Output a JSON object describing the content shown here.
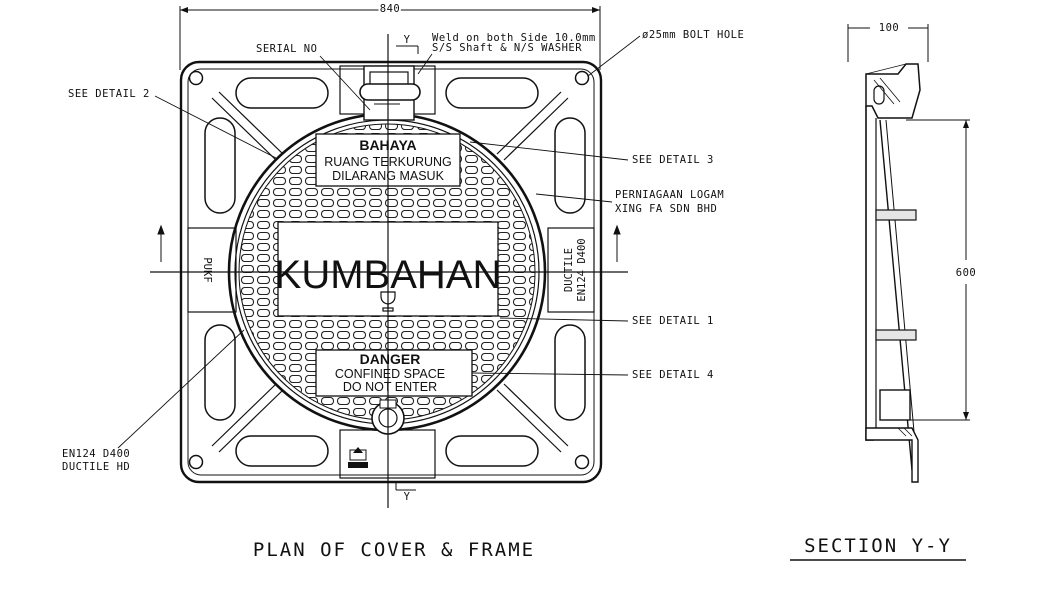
{
  "plan": {
    "dim_width": "840",
    "weld_note_1": "Weld on both Side 10.0mm",
    "weld_note_2": "S/S Shaft & N/S WASHER",
    "serial_no": "SERIAL NO",
    "bolt_hole": "ø25mm BOLT HOLE",
    "see_detail_2": "SEE DETAIL 2",
    "see_detail_3": "SEE DETAIL 3",
    "see_detail_1": "SEE DETAIL 1",
    "see_detail_4": "SEE DETAIL 4",
    "maker_1": "PERNIAGAAN LOGAM",
    "maker_2": "XING FA SDN BHD",
    "grade_1": "EN124 D400",
    "grade_2": "DUCTILE HD",
    "side_right_1": "DUCTILE",
    "side_right_2": "EN124 D400",
    "side_left": "PUKF",
    "section_mark_top": "Y",
    "section_mark_bottom": "Y",
    "bahaya": "BAHAYA",
    "ruang": "RUANG TERKURUNG",
    "dilarang": "DILARANG MASUK",
    "kumbahan": "KUMBAHAN",
    "danger": "DANGER",
    "confined": "CONFINED SPACE",
    "do_not_enter": "DO NOT ENTER",
    "title": "PLAN OF COVER & FRAME"
  },
  "section": {
    "dim_top": "100",
    "dim_height": "600",
    "title": "SECTION Y-Y"
  }
}
